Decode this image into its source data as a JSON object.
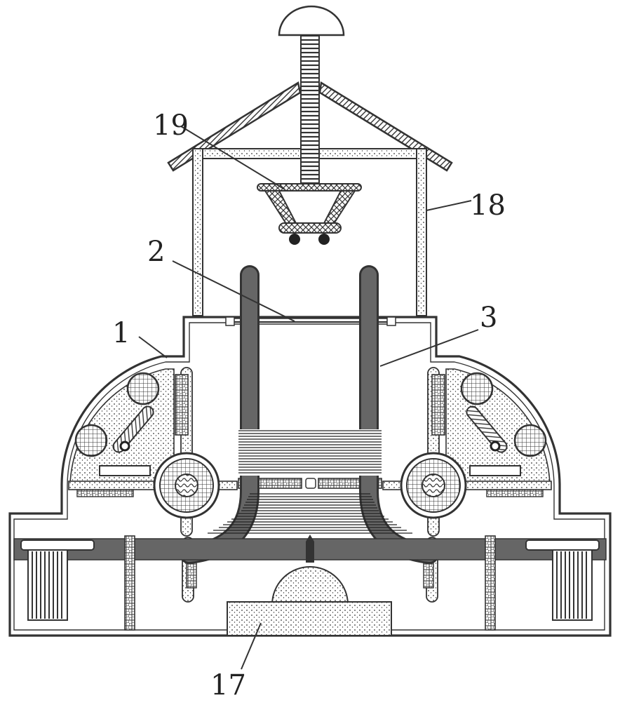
{
  "figure": {
    "callouts": [
      {
        "id": "c1",
        "label": "1"
      },
      {
        "id": "c2",
        "label": "2"
      },
      {
        "id": "c3",
        "label": "3"
      },
      {
        "id": "c17",
        "label": "17"
      },
      {
        "id": "c18",
        "label": "18"
      },
      {
        "id": "c19",
        "label": "19"
      }
    ]
  },
  "colors": {
    "stroke": "#333333",
    "dark_fill": "#555555",
    "light_fill": "#ffffff"
  }
}
